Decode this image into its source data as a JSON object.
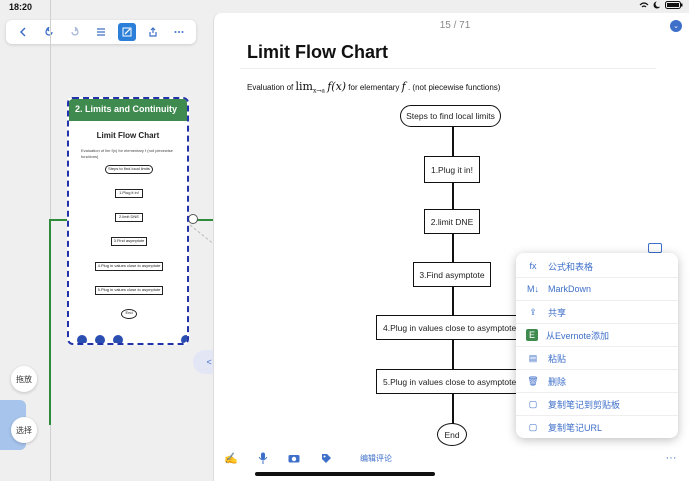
{
  "status": {
    "time": "18:20"
  },
  "page_indicator": "15 / 71",
  "node": {
    "header": "2. Limits and Continuity",
    "title": "Limit Flow Chart",
    "sub": "Evaluation of lim f(x) for elementary f (not piecewise functions)",
    "mini_steps": [
      "Steps to find local limits",
      "1.Plug it in!",
      "2.limit DNE",
      "3.Find asymptote",
      "4.Plug in values close to asymptote",
      "5.Plug in values close to asymptote",
      "End"
    ]
  },
  "doc": {
    "title": "Limit Flow Chart",
    "eval_prefix": "Evaluation of",
    "eval_math": "lim",
    "eval_sub": "x→a",
    "eval_fx": "f(x)",
    "eval_mid": "for elementary",
    "eval_f": "f",
    "eval_suffix": ". (not piecewise functions)",
    "steps": [
      "Steps to find local limits",
      "1.Plug it in!",
      "2.limit DNE",
      "3.Find asymptote",
      "4.Plug in values close to asymptote",
      "5.Plug in values close to asymptote",
      "End"
    ]
  },
  "menu": [
    {
      "icon": "fx",
      "label": "公式和表格"
    },
    {
      "icon": "M↓",
      "label": "MarkDown"
    },
    {
      "icon": "⇪",
      "label": "共享"
    },
    {
      "icon": "E",
      "label": "从Evernote添加"
    },
    {
      "icon": "▤",
      "label": "粘贴"
    },
    {
      "icon": "🗑",
      "label": "删除"
    },
    {
      "icon": "▢",
      "label": "复制笔记到剪贴板"
    },
    {
      "icon": "▢",
      "label": "复制笔记URL"
    }
  ],
  "bottom": {
    "comment": "编辑评论"
  },
  "side": {
    "drag": "拖放",
    "select": "选择"
  },
  "pill": "<  >",
  "colors": {
    "accent": "#3e6fc9",
    "header_green": "#3f8a4e"
  }
}
